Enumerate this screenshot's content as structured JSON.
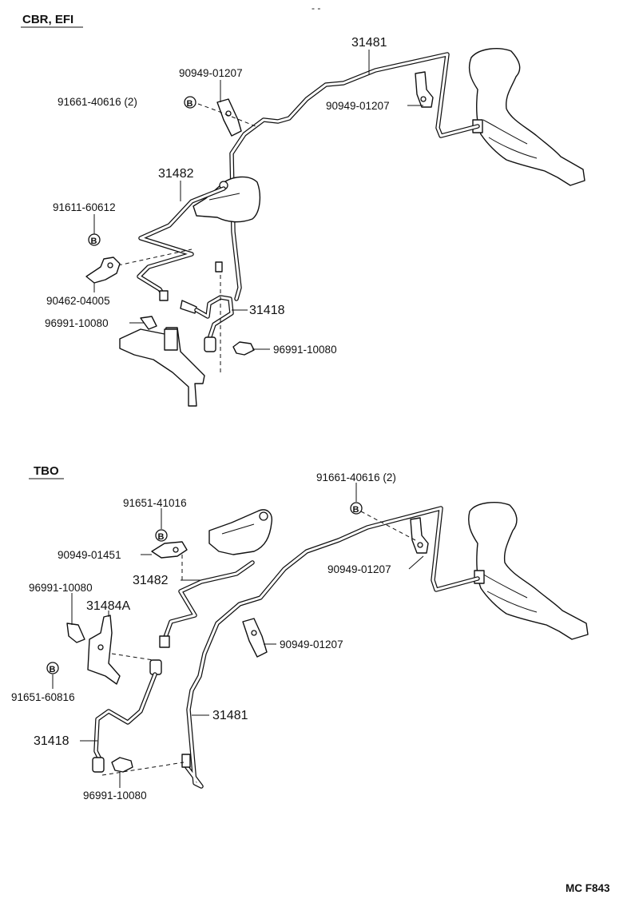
{
  "page_mark": "- -",
  "footer_code": "MC F843",
  "sections": {
    "top": {
      "title": "CBR, EFI",
      "labels": {
        "pipe_main": "31481",
        "clamp_upper": "90949-01207",
        "bolt_upper": "91661-40616 (2)",
        "clamp_right": "90949-01207",
        "pipe_feed": "31482",
        "bolt_lower": "91611-60612",
        "bracket": "90462-04005",
        "hose": "31418",
        "clip_left": "96991-10080",
        "clip_right": "96991-10080"
      },
      "b_marks": [
        "B",
        "B"
      ]
    },
    "bottom": {
      "title": "TBO",
      "labels": {
        "bolt_upper": "91661-40616 (2)",
        "bolt_left": "91651-41016",
        "clamp_left": "90949-01451",
        "pipe_feed": "31482",
        "clamp_right": "90949-01207",
        "clip_left": "96991-10080",
        "bracket": "31484A",
        "clamp_mid": "90949-01207",
        "bolt_lower": "91651-60816",
        "pipe_main": "31481",
        "hose": "31418",
        "clip_bottom": "96991-10080"
      },
      "b_marks": [
        "B",
        "B",
        "B"
      ]
    }
  }
}
